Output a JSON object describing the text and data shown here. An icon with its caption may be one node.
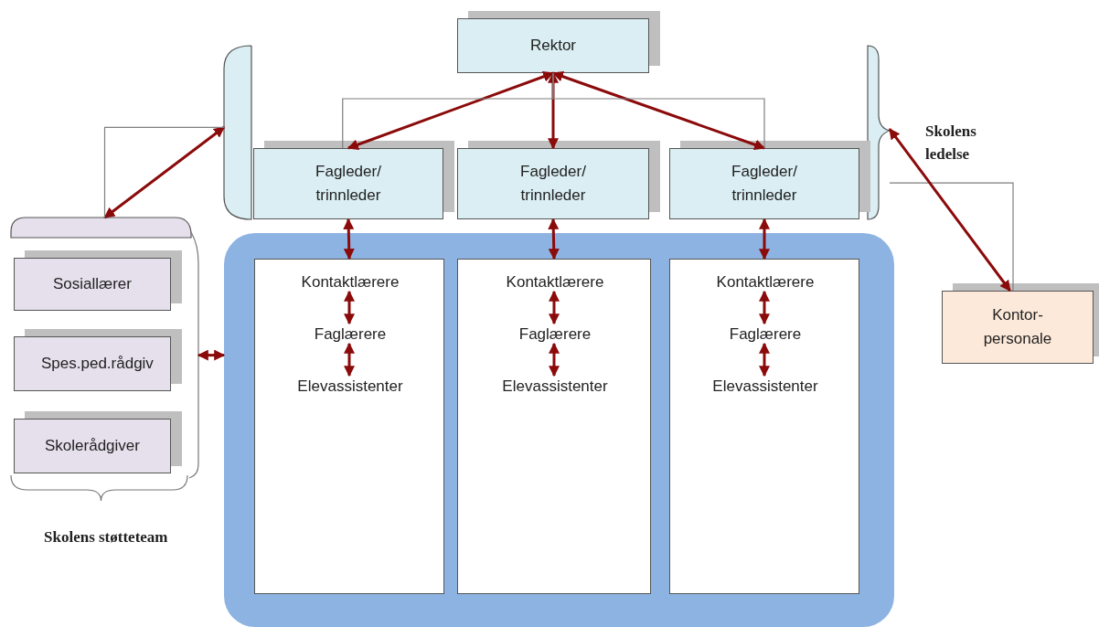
{
  "diagram": {
    "nodes": [
      {
        "text": [
          "Rektor"
        ]
      },
      {
        "text": [],
        "shape": "bracket"
      },
      {
        "text": [
          "Fagleder/ trinnleder"
        ],
        "in": 1
      },
      {
        "text": [
          "Fagleder/ trinnleder"
        ],
        "in": 1
      },
      {
        "text": [
          "Fagleder/ trinnleder"
        ],
        "in": 1
      },
      {
        "text": [
          "Kontor- personale"
        ]
      },
      {
        "text": [
          "Skolens støtteteam"
        ]
      },
      {
        "text": [
          "Sosiallærer"
        ],
        "in": 6
      },
      {
        "text": [
          "Spes.ped.rådgiv"
        ],
        "in": 6
      },
      {
        "text": [
          "Skolerådgiver"
        ],
        "in": 6
      },
      {
        "text": [],
        "shape": "box"
      },
      {
        "text": [],
        "shape": "box",
        "in": 10
      },
      {
        "text": [
          "Kontaktlærere"
        ],
        "in": 11
      },
      {
        "text": [
          "Faglærere"
        ],
        "in": 11
      },
      {
        "text": [
          "Elevassistenter"
        ],
        "in": 11
      },
      {
        "text": [],
        "shape": "box",
        "in": 10
      },
      {
        "text": [
          "Kontaktlærere"
        ],
        "in": 15
      },
      {
        "text": [
          "Faglærere"
        ],
        "in": 15
      },
      {
        "text": [
          "Elevassistenter"
        ],
        "in": 15
      },
      {
        "text": [],
        "shape": "box",
        "in": 10
      },
      {
        "text": [
          "Kontaktlærere"
        ],
        "in": 19
      },
      {
        "text": [
          "Faglærere"
        ],
        "in": 19
      },
      {
        "text": [
          "Elevassistenter"
        ],
        "in": 19
      }
    ],
    "edges": [
      {
        "from": 0,
        "to": 2,
        "arrow": "both"
      },
      {
        "from": 0,
        "to": 3,
        "arrow": "both"
      },
      {
        "from": 0,
        "to": 4,
        "arrow": "both"
      },
      {
        "from": 0,
        "to": 2,
        "arrow": "none",
        "color": "#7f7f7f"
      },
      {
        "from": 0,
        "to": 4,
        "arrow": "none",
        "color": "#7f7f7f"
      },
      {
        "from": 6,
        "to": 1,
        "arrow": "both"
      },
      {
        "from": 6,
        "to": 1,
        "arrow": "none",
        "color": "#7f7f7f"
      },
      {
        "from": 1,
        "to": 5,
        "arrow": "none",
        "color": "#7f7f7f"
      },
      {
        "from": 5,
        "to": 1,
        "arrow": "both"
      },
      {
        "from": 6,
        "to": 10,
        "arrow": "both"
      },
      {
        "from": 2,
        "to": 11,
        "arrow": "both"
      },
      {
        "from": 3,
        "to": 15,
        "arrow": "both"
      },
      {
        "from": 4,
        "to": 19,
        "arrow": "both"
      },
      {
        "from": 12,
        "to": 13,
        "arrow": "both"
      },
      {
        "from": 13,
        "to": 14,
        "arrow": "both"
      },
      {
        "from": 16,
        "to": 17,
        "arrow": "both"
      },
      {
        "from": 17,
        "to": 18,
        "arrow": "both"
      },
      {
        "from": 20,
        "to": 21,
        "arrow": "both"
      },
      {
        "from": 21,
        "to": 22,
        "arrow": "both"
      }
    ],
    "labels": [
      "Skolens ledelse"
    ]
  }
}
